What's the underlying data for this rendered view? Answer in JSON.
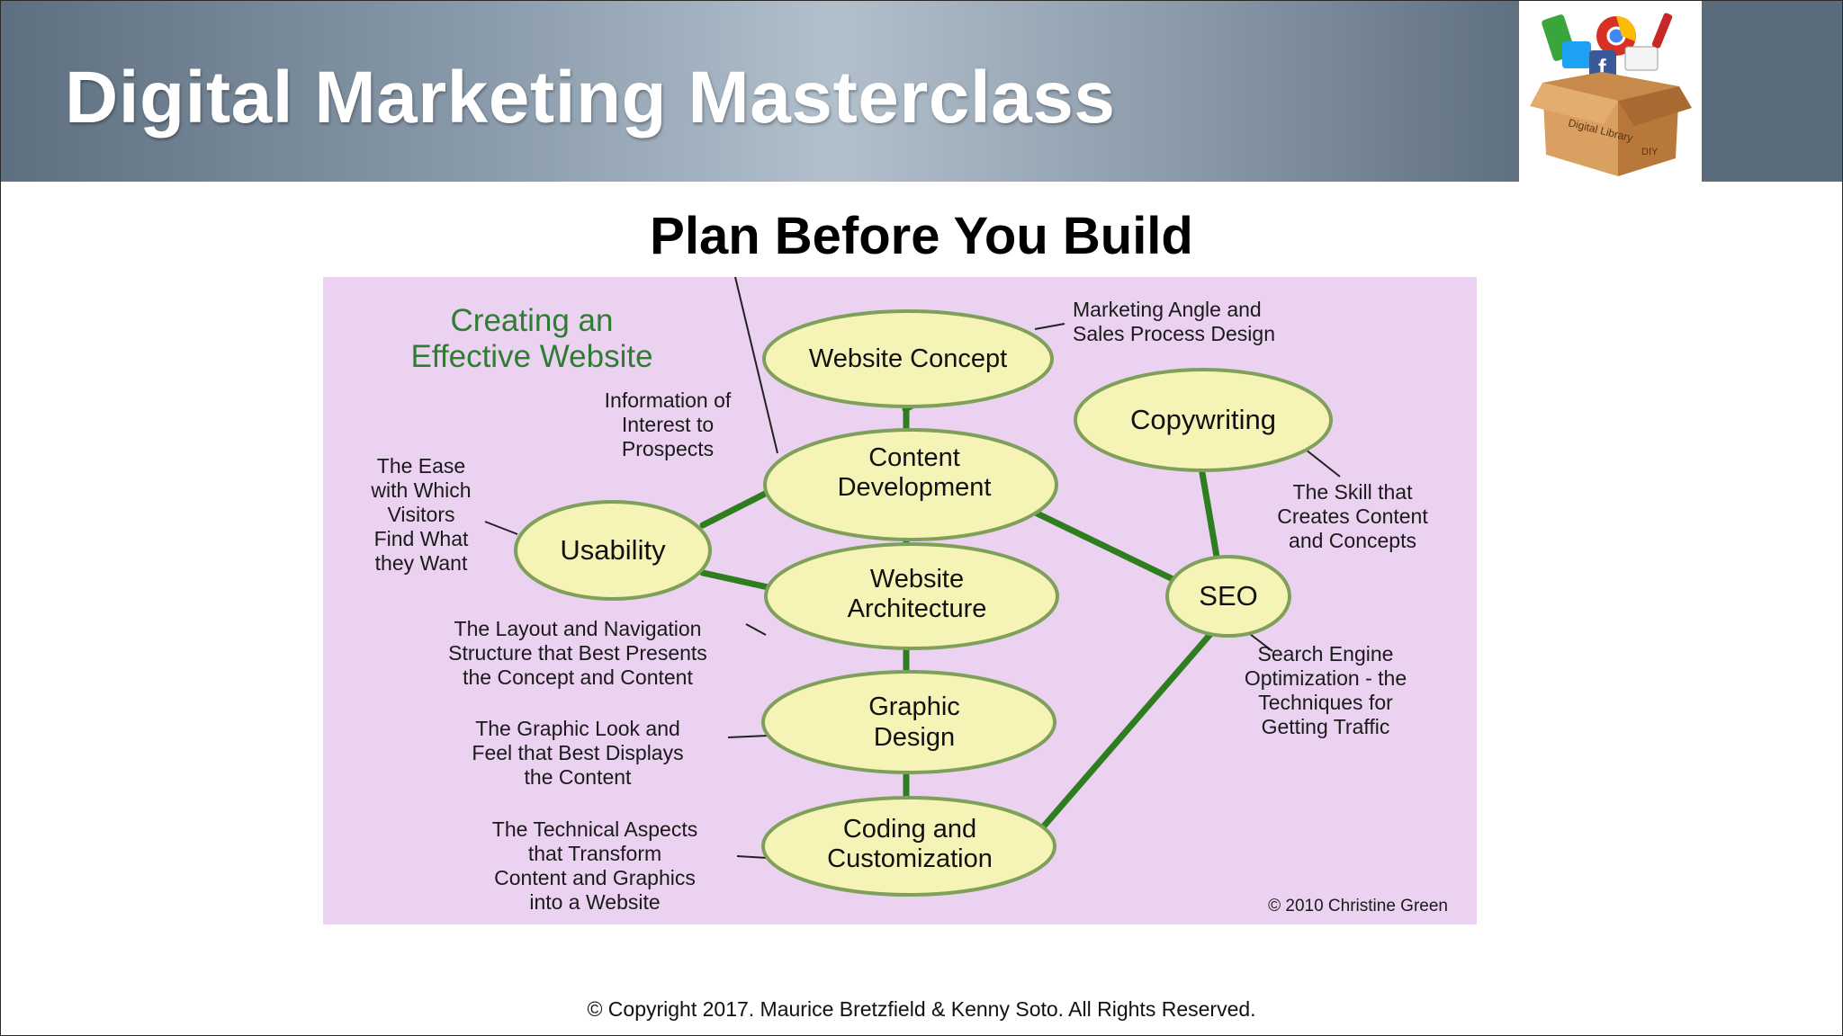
{
  "header": {
    "title": "Digital Marketing Masterclass",
    "logo_text": "Digital Library",
    "colors": {
      "gradient_dark": "#5e6f80",
      "gradient_light": "#b2c0cc",
      "title": "#ffffff"
    }
  },
  "slide": {
    "subtitle": "Plan Before You Build",
    "copyright": "© Copyright 2017. Maurice Bretzfield & Kenny Soto. All Rights Reserved."
  },
  "diagram": {
    "heading_line1": "Creating an",
    "heading_line2": "Effective Website",
    "credit": "© 2010 Christine Green",
    "colors": {
      "background": "#ecd2f1",
      "node_fill": "#f6f3b6",
      "node_border": "#7fa05a",
      "edge": "#2e7d1f",
      "heading": "#2e7d32"
    },
    "nodes": {
      "website_concept": "Website Concept",
      "copywriting": "Copywriting",
      "content_development_1": "Content",
      "content_development_2": "Development",
      "usability": "Usability",
      "website_architecture_1": "Website",
      "website_architecture_2": "Architecture",
      "seo": "SEO",
      "graphic_design_1": "Graphic",
      "graphic_design_2": "Design",
      "coding_1": "Coding and",
      "coding_2": "Customization"
    },
    "annotations": {
      "marketing": [
        "Marketing Angle and",
        "Sales Process Design"
      ],
      "information": [
        "Information of",
        "Interest to",
        "Prospects"
      ],
      "ease": [
        "The Ease",
        "with Which",
        "Visitors",
        "Find What",
        "they Want"
      ],
      "skill": [
        "The Skill that",
        "Creates Content",
        "and Concepts"
      ],
      "layout": [
        "The Layout and Navigation",
        "Structure that Best Presents",
        "the Concept and Content"
      ],
      "search": [
        "Search Engine",
        "Optimization - the",
        "Techniques for",
        "Getting Traffic"
      ],
      "graphic": [
        "The Graphic Look and",
        "Feel that Best Displays",
        "the Content"
      ],
      "technical": [
        "The Technical Aspects",
        "that Transform",
        "Content and Graphics",
        "into a Website"
      ]
    }
  }
}
